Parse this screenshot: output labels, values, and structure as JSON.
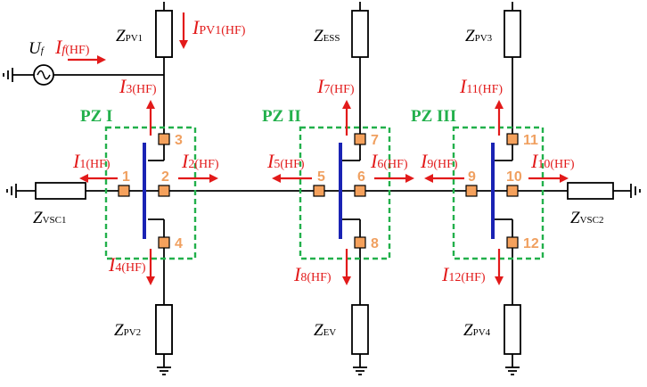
{
  "colors": {
    "current_arrow": "#e21a1a",
    "protection_zone": "#22b04b",
    "measurement_point": "#f5a15c",
    "node_label": "#f0a060",
    "busbar": "#1a23b4"
  },
  "source": {
    "symbol": "U",
    "sub": "f"
  },
  "impedances": {
    "pv1": {
      "symbol": "Z",
      "sub": "PV1"
    },
    "ess": {
      "symbol": "Z",
      "sub": "ESS"
    },
    "pv3": {
      "symbol": "Z",
      "sub": "PV3"
    },
    "pv2": {
      "symbol": "Z",
      "sub": "PV2"
    },
    "ev": {
      "symbol": "Z",
      "sub": "EV"
    },
    "pv4": {
      "symbol": "Z",
      "sub": "PV4"
    },
    "vsc1": {
      "symbol": "Z",
      "sub": "VSC1"
    },
    "vsc2": {
      "symbol": "Z",
      "sub": "VSC2"
    }
  },
  "zones": {
    "z1": "PZ I",
    "z2": "PZ II",
    "z3": "PZ III"
  },
  "nodes": {
    "n1": "1",
    "n2": "2",
    "n3": "3",
    "n4": "4",
    "n5": "5",
    "n6": "6",
    "n7": "7",
    "n8": "8",
    "n9": "9",
    "n10": "10",
    "n11": "11",
    "n12": "12"
  },
  "currents": {
    "if": {
      "symbol": "I",
      "sub_it": "f",
      "sub": "(HF)"
    },
    "ipv1": {
      "symbol": "I",
      "sub": "PV1(HF)"
    },
    "i1": {
      "symbol": "I",
      "sub": "1(HF)"
    },
    "i2": {
      "symbol": "I",
      "sub": "2(HF)"
    },
    "i3": {
      "symbol": "I",
      "sub": "3(HF)"
    },
    "i4": {
      "symbol": "I",
      "sub": "4(HF)"
    },
    "i5": {
      "symbol": "I",
      "sub": "5(HF)"
    },
    "i6": {
      "symbol": "I",
      "sub": "6(HF)"
    },
    "i7": {
      "symbol": "I",
      "sub": "7(HF)"
    },
    "i8": {
      "symbol": "I",
      "sub": "8(HF)"
    },
    "i9": {
      "symbol": "I",
      "sub": "9(HF)"
    },
    "i10": {
      "symbol": "I",
      "sub": "10(HF)"
    },
    "i11": {
      "symbol": "I",
      "sub": "11(HF)"
    },
    "i12": {
      "symbol": "I",
      "sub": "12(HF)"
    }
  }
}
